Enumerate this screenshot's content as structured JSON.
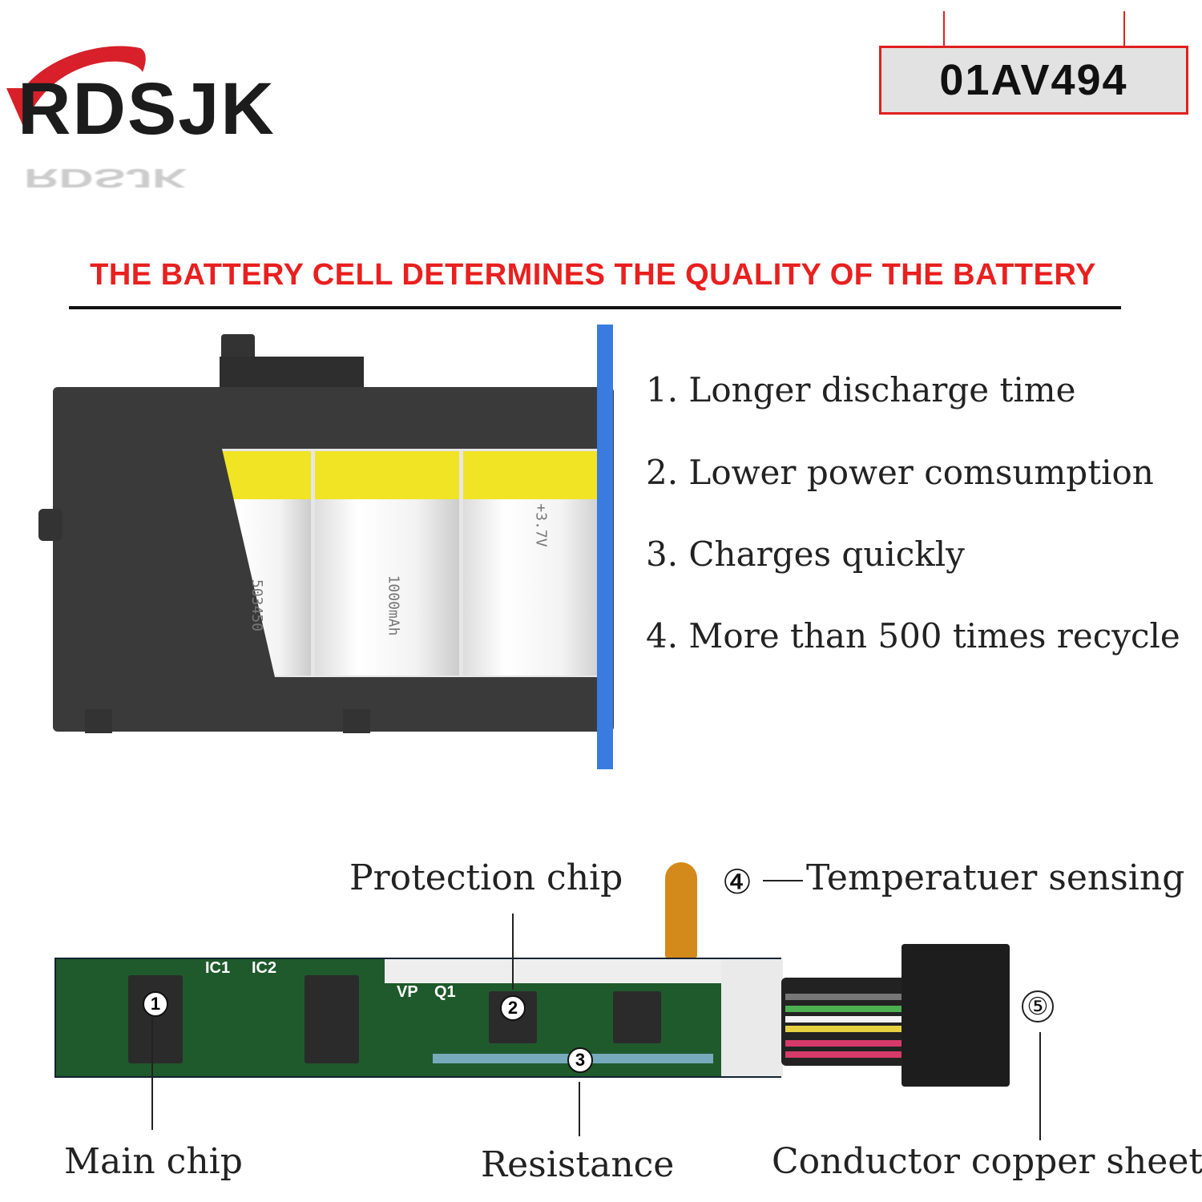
{
  "brand": {
    "logo_text": "RDSJK"
  },
  "part_number": "01AV494",
  "heading": "THE BATTERY CELL DETERMINES THE QUALITY OF THE BATTERY",
  "features": [
    "1. Longer discharge time",
    "2. Lower power comsumption",
    "3. Charges quickly",
    "4. More than 500 times recycle"
  ],
  "cell_print": {
    "model": "503450",
    "voltage": "+3.7V",
    "capacity": "1000mAh"
  },
  "diagram": {
    "labels": {
      "protection_chip": "Protection chip",
      "temperature": "Temperatuer sensing",
      "main_chip": "Main chip",
      "resistance": "Resistance",
      "copper": "Conductor copper sheet"
    },
    "markers": [
      "1",
      "2",
      "3",
      "④",
      "⑤"
    ],
    "pcb_text": [
      "IC1",
      "IC2",
      "VP",
      "Q1"
    ]
  },
  "colors": {
    "accent": "#e8201f",
    "pcb": "#1f5a2c",
    "blue_bar": "#3a7be0"
  }
}
